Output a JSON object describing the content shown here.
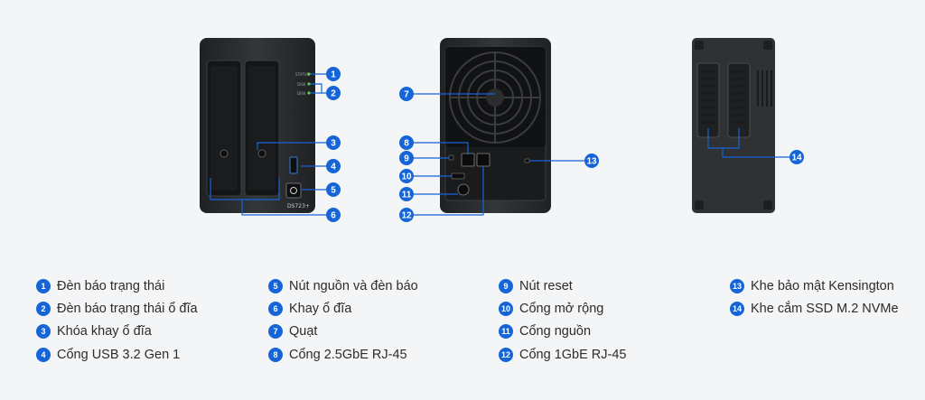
{
  "theme": {
    "accent": "#1565d8",
    "chassis": "#2a2c2e",
    "background": "#f3f5f7"
  },
  "front_panel": {
    "led_labels": [
      "STATUS",
      "DISK",
      "DISK"
    ],
    "model_label": "DS723+"
  },
  "legend": [
    {
      "num": "1",
      "label": "Đèn báo trạng thái"
    },
    {
      "num": "2",
      "label": "Đèn báo trạng thái ổ đĩa"
    },
    {
      "num": "3",
      "label": "Khóa khay ổ đĩa"
    },
    {
      "num": "4",
      "label": "Cổng USB 3.2 Gen 1"
    },
    {
      "num": "5",
      "label": "Nút nguồn và đèn báo"
    },
    {
      "num": "6",
      "label": "Khay ổ đĩa"
    },
    {
      "num": "7",
      "label": "Quạt"
    },
    {
      "num": "8",
      "label": "Cổng 2.5GbE RJ-45"
    },
    {
      "num": "9",
      "label": "Nút reset"
    },
    {
      "num": "10",
      "label": "Cổng mở rộng"
    },
    {
      "num": "11",
      "label": "Cổng nguồn"
    },
    {
      "num": "12",
      "label": "Cổng 1GbE RJ-45"
    },
    {
      "num": "13",
      "label": "Khe bảo mật Kensington"
    },
    {
      "num": "14",
      "label": "Khe cắm SSD M.2 NVMe"
    }
  ]
}
